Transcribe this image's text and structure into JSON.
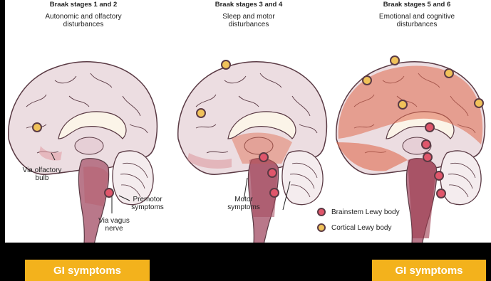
{
  "stages": [
    {
      "title": "Braak stages 1 and 2",
      "subtitle": "Autonomic and olfactory\ndisturbances"
    },
    {
      "title": "Braak stages 3 and 4",
      "subtitle": "Sleep and motor\ndisturbances"
    },
    {
      "title": "Braak stages 5 and 6",
      "subtitle": "Emotional and cognitive\ndisturbances"
    }
  ],
  "notes": {
    "olfactory": "Via olfactory\nbulb",
    "vagus": "Via vagus\nnerve",
    "premotor": "Premotor\nsymptoms",
    "motor": "Motor\nsymptoms"
  },
  "legend": {
    "brainstem": "Brainstem Lewy body",
    "cortical": "Cortical Lewy body"
  },
  "badges": {
    "left": "GI symptoms",
    "right": "GI symptoms"
  },
  "colors": {
    "brain_fill": "#ecdde1",
    "brain_outline": "#5a3a44",
    "brainstem": "#b9788a",
    "lesion": "#e06a4e",
    "brainstem_dot": "#e0566b",
    "cortical_dot": "#f0c25a",
    "badge": "#f3b21c"
  }
}
